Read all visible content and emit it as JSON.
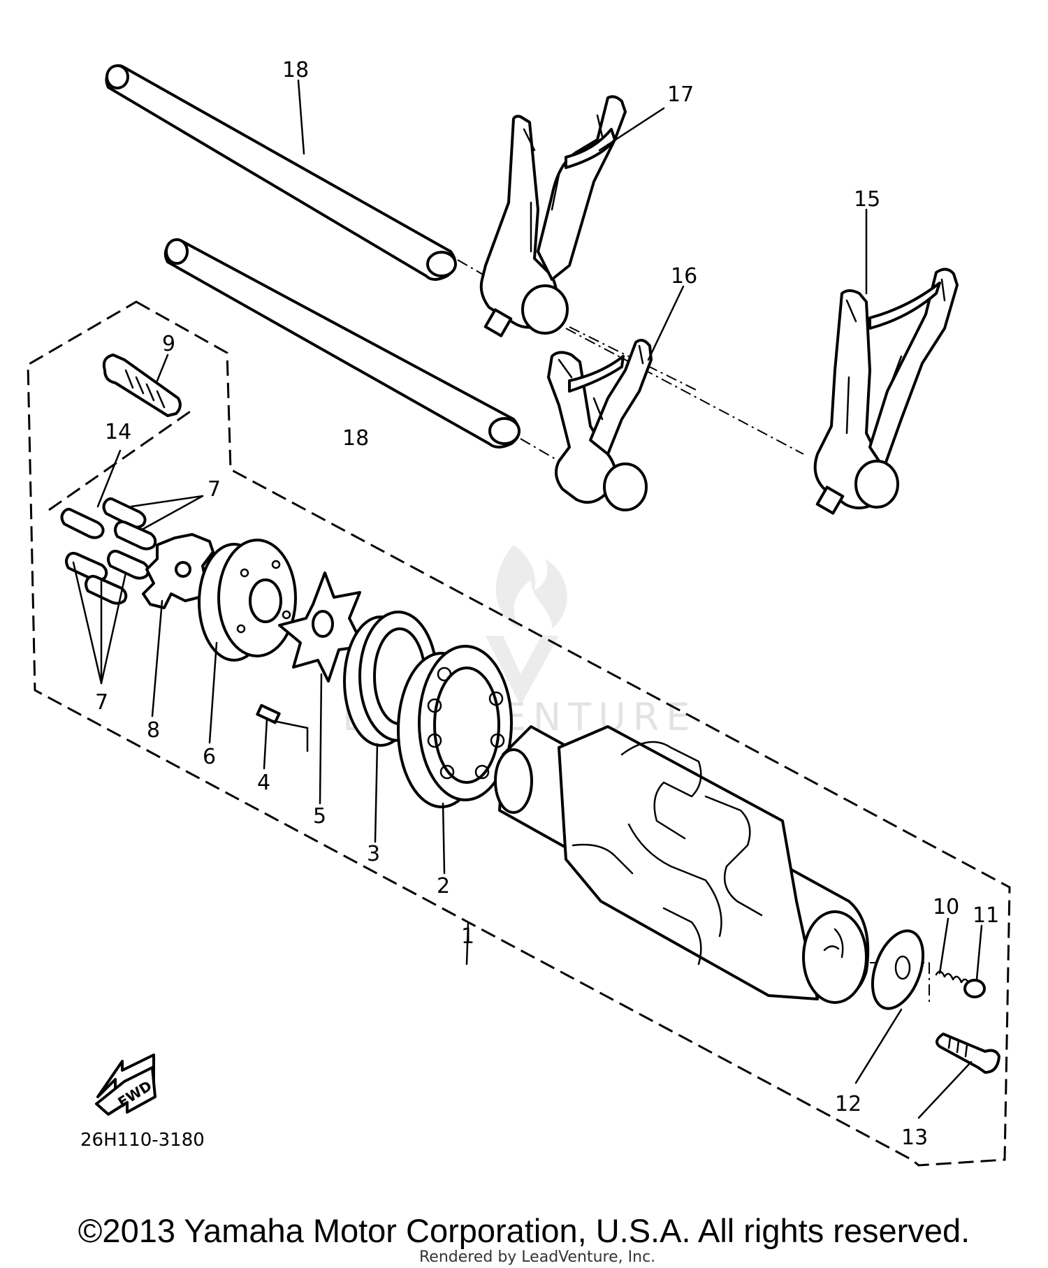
{
  "diagram": {
    "callouts": {
      "c1": "1",
      "c2": "2",
      "c3": "3",
      "c4": "4",
      "c5": "5",
      "c6": "6",
      "c7a": "7",
      "c7b": "7",
      "c8": "8",
      "c9": "9",
      "c10": "10",
      "c11": "11",
      "c12": "12",
      "c13": "13",
      "c14": "14",
      "c15": "15",
      "c16": "16",
      "c17": "17",
      "c18a": "18",
      "c18b": "18"
    },
    "diagram_code": "26H110-3180",
    "fwd_label": "FWD",
    "watermark": "LEADVENTURE",
    "credit": "Rendered by LeadVenture, Inc."
  },
  "footer": {
    "copyright": "©2013 Yamaha Motor Corporation, U.S.A. All rights reserved."
  }
}
